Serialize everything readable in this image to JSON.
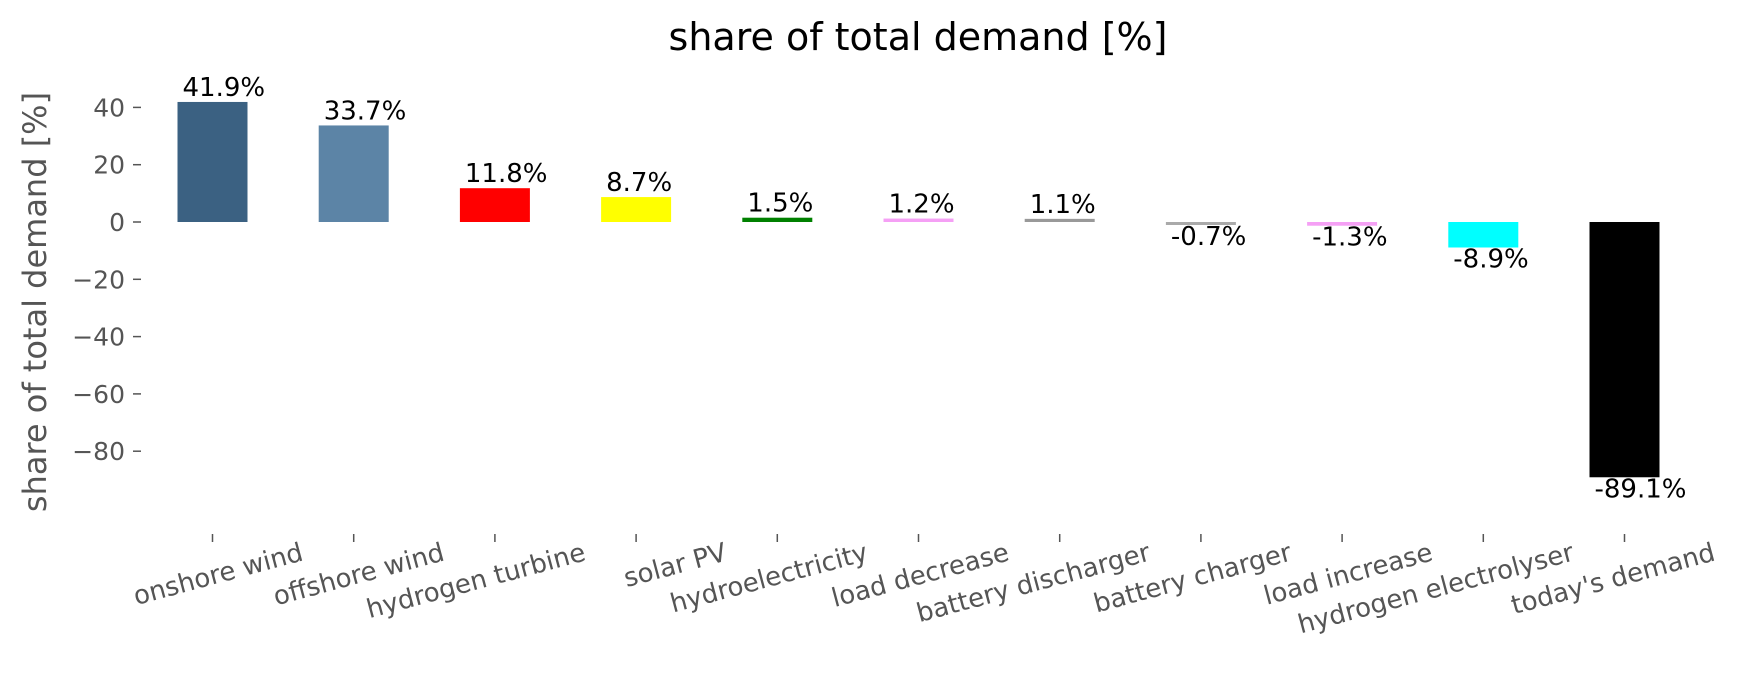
{
  "chart_data": {
    "type": "bar",
    "title": "share of total demand [%]",
    "xlabel": "",
    "ylabel": "share of total demand [%]",
    "ylim": [
      -97,
      47
    ],
    "yticks": [
      40,
      20,
      0,
      -20,
      -40,
      -60,
      -80
    ],
    "grid": false,
    "categories": [
      "onshore wind",
      "offshore wind",
      "hydrogen turbine",
      "solar PV",
      "hydroelectricity",
      "load decrease",
      "battery discharger",
      "battery charger",
      "load increase",
      "hydrogen electrolyser",
      "today's demand"
    ],
    "values": [
      41.9,
      33.7,
      11.8,
      8.7,
      1.5,
      1.2,
      1.1,
      -0.7,
      -1.3,
      -8.9,
      -89.1
    ],
    "data_labels": [
      "41.9%",
      "33.7%",
      "11.8%",
      "8.7%",
      "1.5%",
      "1.2%",
      "1.1%",
      "-0.7%",
      "-1.3%",
      "-8.9%",
      "-89.1%"
    ],
    "colors": [
      "#3b6182",
      "#5c84a6",
      "#ff0000",
      "#ffff00",
      "#008000",
      "#f5a0f5",
      "#999999",
      "#aaaaaa",
      "#f5a0f5",
      "#00ffff",
      "#000000"
    ]
  }
}
